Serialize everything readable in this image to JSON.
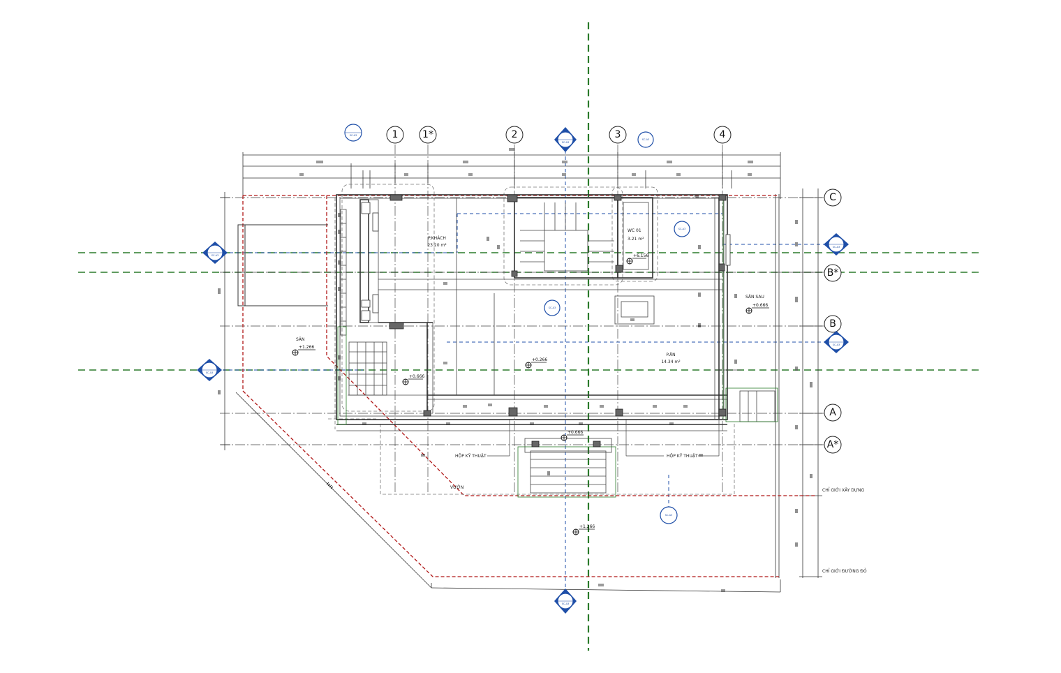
{
  "grid": {
    "columns": [
      "1",
      "1*",
      "2",
      "3",
      "4"
    ],
    "rows": [
      "C",
      "B*",
      "B",
      "A",
      "A*"
    ]
  },
  "rooms": {
    "khach_name": "P.KHÁCH",
    "khach_area": "23.20 m²",
    "wc_name": "WC 01",
    "wc_area": "3.21 m²",
    "an_name": "P.ĂN",
    "an_area": "14.34 m²"
  },
  "labels": {
    "san": "SÂN",
    "san_sau": "SÂN SAU",
    "hop_left": "HỘP KỸ THUẬT",
    "hop_right": "HỘP KỸ THUẬT",
    "vuon": "VƯỜN",
    "chi_gioi_xd": "CHỈ GIỚI XÂY DỰNG",
    "chi_gioi_dd": "CHỈ GIỚI ĐƯỜNG ĐỎ"
  },
  "levels": {
    "san": "+1.266",
    "p_khach": "+0.666",
    "p_an": "+0.266",
    "wc": "+6.156",
    "san_sau": "+0.666",
    "entry": "+0.666",
    "road": "+1.266"
  },
  "section_tags": [
    "SC-A3",
    "SC-A3",
    "SC-A3",
    "SC-A3",
    "SC-A3",
    "SC-A3",
    "SC-A3",
    "SC-A3",
    "SC-A3",
    "SC-A3",
    "SC-A3"
  ],
  "colors": {
    "grid_dash": "#2a7a2a",
    "boundary": "#b01818",
    "section": "#1f4fa8",
    "wall": "#333333"
  }
}
